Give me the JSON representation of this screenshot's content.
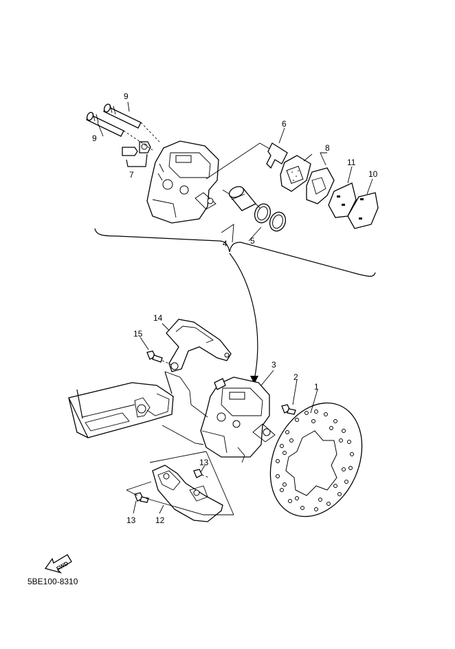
{
  "diagram_code": "5BE100-8310",
  "fwd_label": "FWD",
  "callouts": {
    "c1": "1",
    "c2": "2",
    "c3": "3",
    "c4": "4",
    "c5": "5",
    "c6": "6",
    "c7": "7",
    "c8": "8",
    "c9a": "9",
    "c9b": "9",
    "c10": "10",
    "c11": "11",
    "c12": "12",
    "c13a": "13",
    "c13b": "13",
    "c14": "14",
    "c15": "15"
  }
}
